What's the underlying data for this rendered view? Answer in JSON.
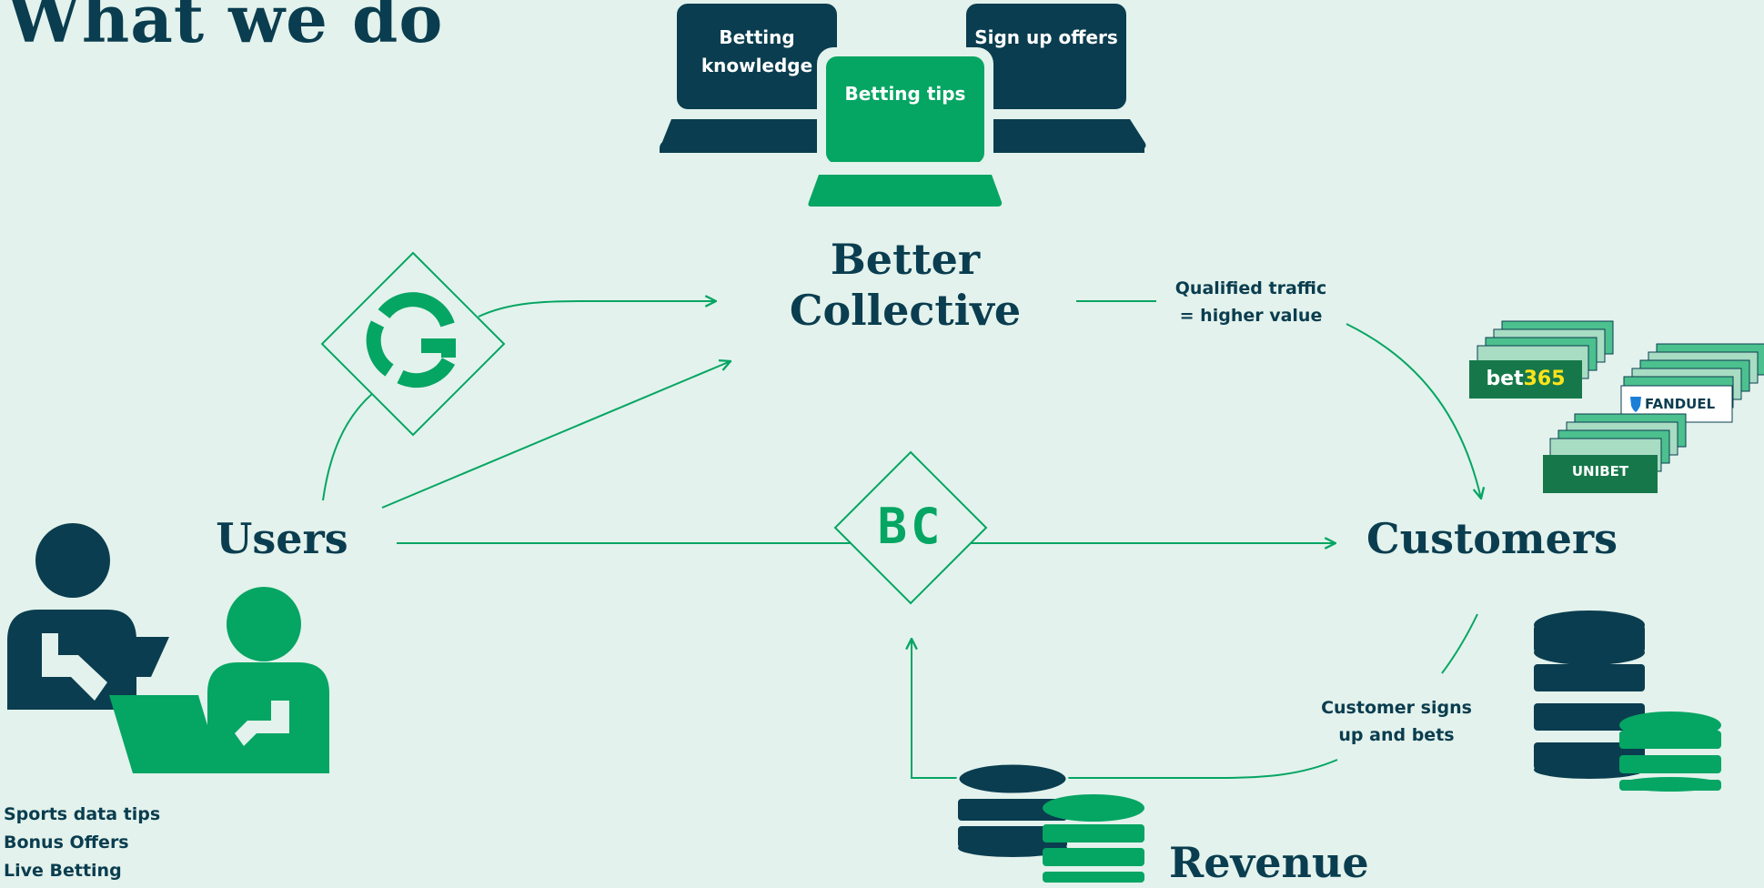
{
  "page": {
    "title": "What we do"
  },
  "laptops": {
    "left": "Betting knowledge",
    "right": "Sign up offers",
    "center": "Betting tips"
  },
  "nodes": {
    "better_collective": "Better Collective",
    "users": "Users",
    "customers": "Customers",
    "revenue": "Revenue"
  },
  "badges": {
    "bc": "BC",
    "google": "G"
  },
  "annotations": {
    "qualified_traffic": "Qualified traffic\n= higher value",
    "customer_signs": "Customer signs\nup and bets"
  },
  "user_features": [
    "Sports data tips",
    "Bonus Offers",
    "Live Betting"
  ],
  "brands": {
    "bet365_a": "bet",
    "bet365_b": "365",
    "fanduel": "FANDUEL",
    "unibet": "UNIBET"
  },
  "colors": {
    "background": "#e3f2ec",
    "navy": "#0a3d4f",
    "green": "#05a563",
    "light_green": "#a8dcc3",
    "mid_green": "#4cc08e",
    "dark_green": "#16784a"
  }
}
